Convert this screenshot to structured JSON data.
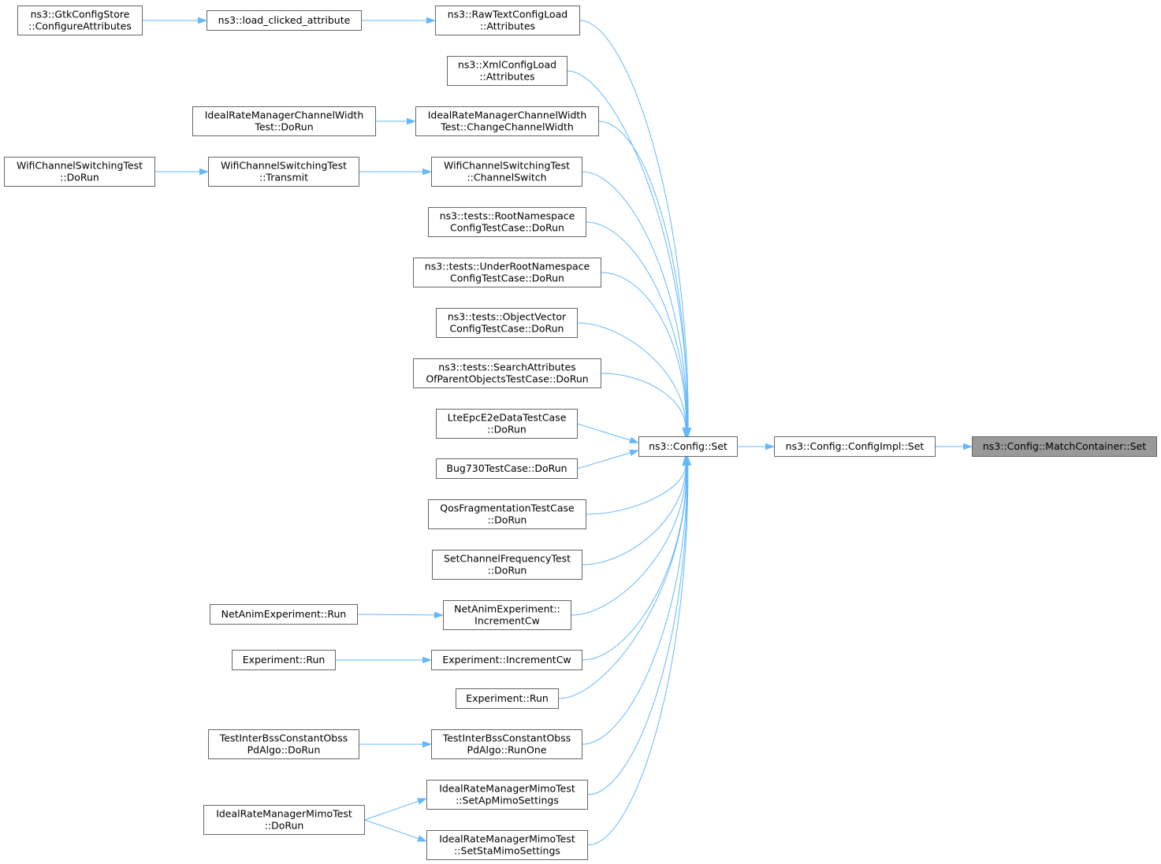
{
  "graph": {
    "nodes": [
      {
        "id": "gtk",
        "lines": [
          "ns3::GtkConfigStore",
          "::ConfigureAttributes"
        ]
      },
      {
        "id": "loadclick",
        "lines": [
          "ns3::load_clicked_attribute"
        ]
      },
      {
        "id": "rawtext",
        "lines": [
          "ns3::RawTextConfigLoad",
          "::Attributes"
        ]
      },
      {
        "id": "xml",
        "lines": [
          "ns3::XmlConfigLoad",
          "::Attributes"
        ]
      },
      {
        "id": "ircw_dorun",
        "lines": [
          "IdealRateManagerChannelWidth",
          "Test::DoRun"
        ]
      },
      {
        "id": "ircw_change",
        "lines": [
          "IdealRateManagerChannelWidth",
          "Test::ChangeChannelWidth"
        ]
      },
      {
        "id": "wcs_dorun",
        "lines": [
          "WifiChannelSwitchingTest",
          "::DoRun"
        ]
      },
      {
        "id": "wcs_transmit",
        "lines": [
          "WifiChannelSwitchingTest",
          "::Transmit"
        ]
      },
      {
        "id": "wcs_switch",
        "lines": [
          "WifiChannelSwitchingTest",
          "::ChannelSwitch"
        ]
      },
      {
        "id": "rootns",
        "lines": [
          "ns3::tests::RootNamespace",
          "ConfigTestCase::DoRun"
        ]
      },
      {
        "id": "underroot",
        "lines": [
          "ns3::tests::UnderRootNamespace",
          "ConfigTestCase::DoRun"
        ]
      },
      {
        "id": "objvec",
        "lines": [
          "ns3::tests::ObjectVector",
          "ConfigTestCase::DoRun"
        ]
      },
      {
        "id": "searchattr",
        "lines": [
          "ns3::tests::SearchAttributes",
          "OfParentObjectsTestCase::DoRun"
        ]
      },
      {
        "id": "lteepc",
        "lines": [
          "LteEpcE2eDataTestCase",
          "::DoRun"
        ]
      },
      {
        "id": "bug730",
        "lines": [
          "Bug730TestCase::DoRun"
        ]
      },
      {
        "id": "qosfrag",
        "lines": [
          "QosFragmentationTestCase",
          "::DoRun"
        ]
      },
      {
        "id": "setchanfreq",
        "lines": [
          "SetChannelFrequencyTest",
          "::DoRun"
        ]
      },
      {
        "id": "netanim_run",
        "lines": [
          "NetAnimExperiment::Run"
        ]
      },
      {
        "id": "netanim_inc",
        "lines": [
          "NetAnimExperiment::",
          "IncrementCw"
        ]
      },
      {
        "id": "exp_run_a",
        "lines": [
          "Experiment::Run"
        ]
      },
      {
        "id": "exp_inc",
        "lines": [
          "Experiment::IncrementCw"
        ]
      },
      {
        "id": "exp_run_b",
        "lines": [
          "Experiment::Run"
        ]
      },
      {
        "id": "tibss_dorun",
        "lines": [
          "TestInterBssConstantObss",
          "PdAlgo::DoRun"
        ]
      },
      {
        "id": "tibss_runone",
        "lines": [
          "TestInterBssConstantObss",
          "PdAlgo::RunOne"
        ]
      },
      {
        "id": "irmm_dorun",
        "lines": [
          "IdealRateManagerMimoTest",
          "::DoRun"
        ]
      },
      {
        "id": "irmm_ap",
        "lines": [
          "IdealRateManagerMimoTest",
          "::SetApMimoSettings"
        ]
      },
      {
        "id": "irmm_sta",
        "lines": [
          "IdealRateManagerMimoTest",
          "::SetStaMimoSettings"
        ]
      },
      {
        "id": "configset",
        "lines": [
          "ns3::Config::Set"
        ]
      },
      {
        "id": "configimpl",
        "lines": [
          "ns3::Config::ConfigImpl::Set"
        ]
      },
      {
        "id": "matchcont",
        "lines": [
          "ns3::Config::MatchContainer::Set"
        ],
        "current": true
      }
    ],
    "edges": [
      [
        "gtk",
        "loadclick"
      ],
      [
        "loadclick",
        "rawtext"
      ],
      [
        "ircw_dorun",
        "ircw_change"
      ],
      [
        "wcs_dorun",
        "wcs_transmit"
      ],
      [
        "wcs_transmit",
        "wcs_switch"
      ],
      [
        "netanim_run",
        "netanim_inc"
      ],
      [
        "exp_run_a",
        "exp_inc"
      ],
      [
        "tibss_dorun",
        "tibss_runone"
      ],
      [
        "irmm_dorun",
        "irmm_ap"
      ],
      [
        "irmm_dorun",
        "irmm_sta"
      ],
      [
        "rawtext",
        "configset"
      ],
      [
        "xml",
        "configset"
      ],
      [
        "ircw_change",
        "configset"
      ],
      [
        "wcs_switch",
        "configset"
      ],
      [
        "rootns",
        "configset"
      ],
      [
        "underroot",
        "configset"
      ],
      [
        "objvec",
        "configset"
      ],
      [
        "searchattr",
        "configset"
      ],
      [
        "lteepc",
        "configset"
      ],
      [
        "bug730",
        "configset"
      ],
      [
        "qosfrag",
        "configset"
      ],
      [
        "setchanfreq",
        "configset"
      ],
      [
        "netanim_inc",
        "configset"
      ],
      [
        "exp_inc",
        "configset"
      ],
      [
        "exp_run_b",
        "configset"
      ],
      [
        "tibss_runone",
        "configset"
      ],
      [
        "irmm_ap",
        "configset"
      ],
      [
        "irmm_sta",
        "configset"
      ],
      [
        "configset",
        "configimpl"
      ],
      [
        "configimpl",
        "matchcont"
      ]
    ],
    "colors": {
      "edge": "#63b8ff",
      "node_border": "#666666",
      "current_fill": "#999999"
    }
  }
}
